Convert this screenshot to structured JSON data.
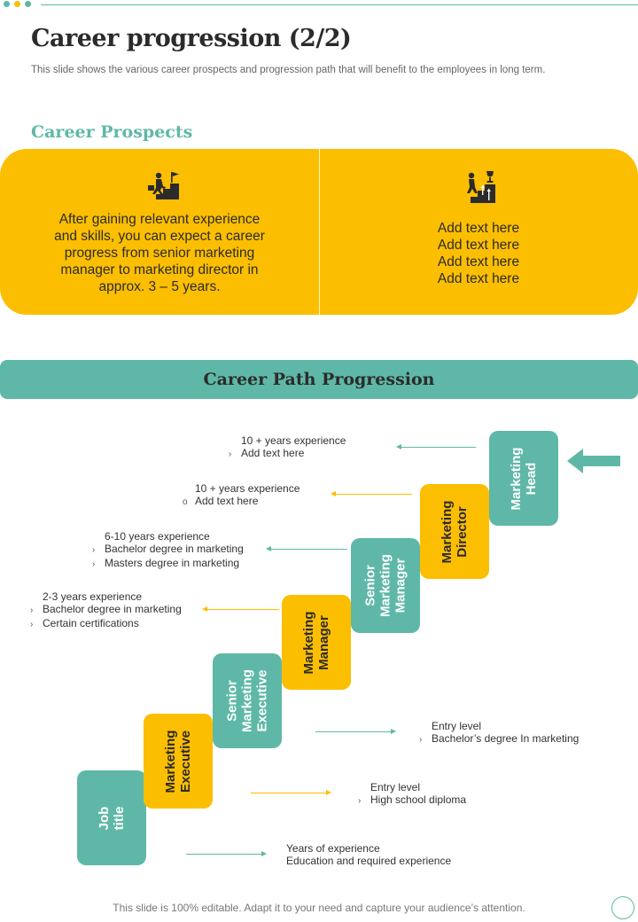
{
  "header": {
    "title": "Career progression (2/2)",
    "subtitle": "This slide shows the various career prospects and progression path that will benefit to the employees in long term."
  },
  "colors": {
    "teal": "#5fb8a7",
    "yellow": "#fcbe00",
    "dark": "#2b2b2b"
  },
  "prospects": {
    "heading": "Career Prospects",
    "left": {
      "icon": "climbing-stairs-flag-icon",
      "text": "After gaining relevant experience and skills, you can expect a career progress from senior marketing manager to marketing director in approx. 3 – 5 years."
    },
    "right": {
      "icon": "stairs-trophy-icon",
      "lines": [
        "Add text here",
        "Add text here",
        "Add text here",
        "Add text here"
      ]
    }
  },
  "career_path": {
    "title": "Career Path Progression",
    "steps": [
      {
        "label_lines": [
          "Job",
          "title"
        ],
        "color": "teal"
      },
      {
        "label_lines": [
          "Marketing",
          "Executive"
        ],
        "color": "yellow"
      },
      {
        "label_lines": [
          "Senior",
          "Marketing",
          "Executive"
        ],
        "color": "teal"
      },
      {
        "label_lines": [
          "Marketing",
          "Manager"
        ],
        "color": "yellow"
      },
      {
        "label_lines": [
          "Senior",
          "Marketing",
          "Manager"
        ],
        "color": "teal"
      },
      {
        "label_lines": [
          "Marketing",
          "Director"
        ],
        "color": "yellow"
      },
      {
        "label_lines": [
          "Marketing",
          "Head"
        ],
        "color": "teal"
      }
    ],
    "details": [
      {
        "step": "Marketing Head",
        "lines": [
          "10 + years experience",
          "Add text here"
        ],
        "bullets": [
          "",
          "›"
        ]
      },
      {
        "step": "Marketing Director",
        "lines": [
          "10 + years experience",
          "Add text here"
        ],
        "bullets": [
          "",
          "o"
        ]
      },
      {
        "step": "Senior Marketing Manager",
        "lines": [
          "6-10 years experience",
          "Bachelor degree in marketing",
          "Masters degree in marketing"
        ],
        "bullets": [
          "",
          "›",
          "›"
        ]
      },
      {
        "step": "Marketing Manager",
        "lines": [
          "2-3 years experience",
          "Bachelor degree in marketing",
          "Certain certifications"
        ],
        "bullets": [
          "",
          "›",
          "›"
        ]
      },
      {
        "step": "Senior Marketing Executive",
        "lines": [
          "Entry level",
          "Bachelor’s degree In marketing"
        ],
        "bullets": [
          "",
          "›"
        ]
      },
      {
        "step": "Marketing Executive",
        "lines": [
          "Entry level",
          "High school diploma"
        ],
        "bullets": [
          "",
          "›"
        ]
      },
      {
        "step": "Job title",
        "lines": [
          "Years of experience",
          "Education and required experience"
        ],
        "bullets": [
          "",
          ""
        ]
      }
    ]
  },
  "footer": {
    "text": "This slide is 100% editable. Adapt it to your need and capture your audience’s attention."
  }
}
